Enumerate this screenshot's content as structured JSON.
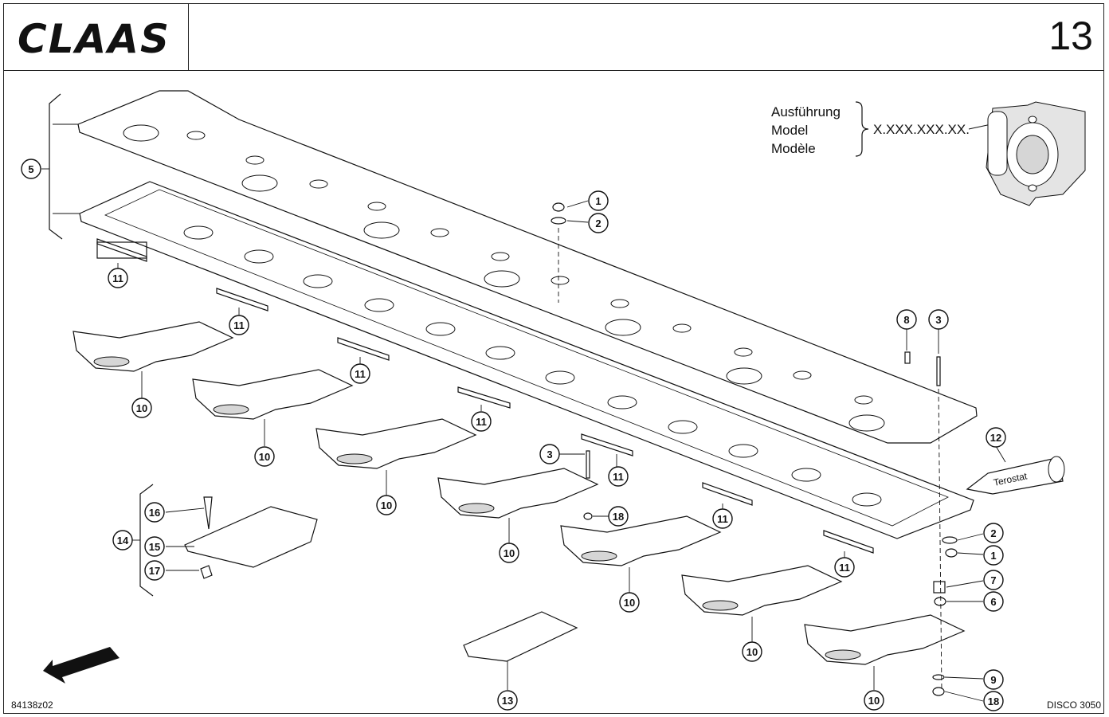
{
  "header": {
    "brand": "CLAAS",
    "page_number": "13"
  },
  "edition_label": {
    "lines": [
      "Ausführung",
      "Model",
      "Modèle"
    ],
    "code": "X.XXX.XXX.XX."
  },
  "callouts": {
    "c1_top": "1",
    "c2_top": "2",
    "c5": "5",
    "c11_a": "11",
    "c11_b": "11",
    "c11_c": "11",
    "c11_d": "11",
    "c11_e": "11",
    "c11_f": "11",
    "c11_g": "11",
    "c10_a": "10",
    "c10_b": "10",
    "c10_c": "10",
    "c10_d": "10",
    "c10_e": "10",
    "c10_f": "10",
    "c10_g": "10",
    "c3_mid": "3",
    "c18_mid": "18",
    "c8": "8",
    "c3_right": "3",
    "c12": "12",
    "c2_right": "2",
    "c1_right": "1",
    "c7": "7",
    "c6": "6",
    "c9": "9",
    "c18_right": "18",
    "c14": "14",
    "c15": "15",
    "c16": "16",
    "c17": "17",
    "c13": "13"
  },
  "tube_label": "Terostat",
  "footer": {
    "drawing_number": "84138z02",
    "model_name": "DISCO 3050"
  }
}
